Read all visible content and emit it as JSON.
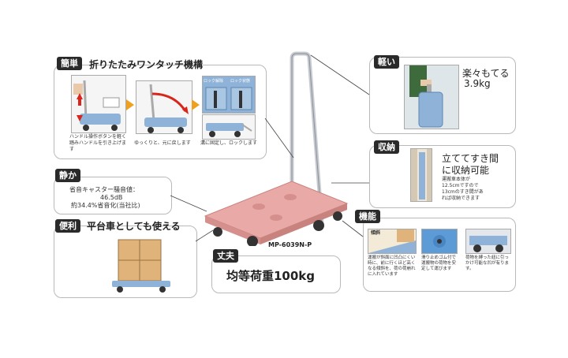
{
  "kantan": {
    "tag": "簡単",
    "heading": "折りたたみワンタッチ機構",
    "step1_caption": "ハンドル操作ボタンを軽く踏みハンドルを引き上げます",
    "step2_caption": "ゆっくりと、元に戻します",
    "step3_caption": "溝に固定し、ロックします",
    "lock_label_1": "ロック解除",
    "lock_label_2": "ロック状態"
  },
  "shizuka": {
    "tag": "静か",
    "line1": "省音キャスター騒音値：",
    "line2": "46.5dB",
    "line3": "約34.4%省音化(当社比)"
  },
  "benri": {
    "tag": "便利",
    "heading": "平台車としても使える"
  },
  "joubu": {
    "tag": "丈夫",
    "heading": "均等荷重100kg"
  },
  "product": {
    "model": "MP-6039N-P"
  },
  "karui": {
    "tag": "軽い",
    "line1": "楽々もてる",
    "line2": "3.9kg"
  },
  "shuunou": {
    "tag": "収納",
    "line1": "立ててすき間",
    "line2": "に収納可能",
    "note": "運搬車本体が12.5cmですので13cmのすき間があれば収納できます"
  },
  "kinou": {
    "tag": "機能",
    "label_tilt": "傾斜",
    "desc1": "運搬が斜面に凹凸にくい時に、前に行くほど高くなる傾斜を、荷の荷崩れに入れています",
    "desc2": "滑り止めゴム付で運搬物の荷物を安定して運びます",
    "desc3": "荷物を縛った紐に引っかけ可能な凹が有ります。"
  },
  "colors": {
    "cart_pink": "#e9a9a7",
    "handle": "#c8ccd2",
    "tag_bg": "#2a2a2a",
    "arrow_orange": "#f0a020",
    "arrow_red": "#d8261c",
    "border_gray": "#b9b9b9"
  }
}
